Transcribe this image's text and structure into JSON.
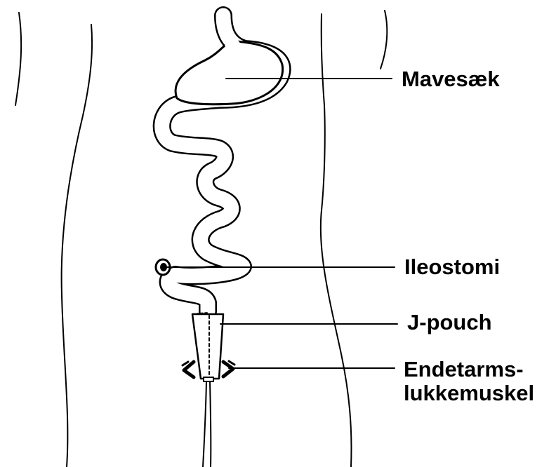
{
  "diagram": {
    "labels": {
      "stomach": "Mavesæk",
      "ileostomy": "Ileostomi",
      "jpouch": "J-pouch",
      "sphincter_line1": "Endetarms-",
      "sphincter_line2": "lukkemuskel"
    }
  }
}
